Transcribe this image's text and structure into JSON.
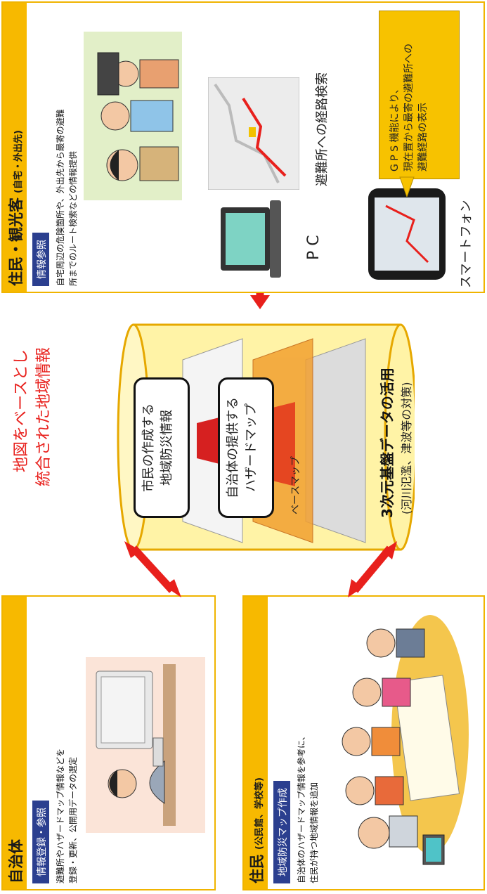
{
  "municipality": {
    "title": "自治体",
    "tag": "情報登録・参照",
    "desc_line1": "避難所やハザードマップ情報などを",
    "desc_line2": "登録・更新、公開用データの選定"
  },
  "residents_local": {
    "title": "住民",
    "subtitle": "(公民館、学校等)",
    "tag": "地域防災マップ作成",
    "desc_line1": "自治体のハザードマップ情報を参考に、",
    "desc_line2": "住民が持つ地域情報を追加"
  },
  "center": {
    "heading_line1": "地図をベースとし",
    "heading_line2": "統合された地域情報",
    "layer_citizen_line1": "市民の作成する",
    "layer_citizen_line2": "地域防災情報",
    "layer_hazard_line1": "自治体の提供する",
    "layer_hazard_line2": "ハザードマップ",
    "layer_base": "ベースマップ",
    "footer_line1": "3次元基盤データの活用",
    "footer_line2": "(河川氾濫、津波等の対策)"
  },
  "visitors": {
    "title": "住民・観光客",
    "subtitle": "(自宅・外出先)",
    "tag": "情報参照",
    "desc_line1": "自宅周辺の危険箇所や、外出先から最寄の避難",
    "desc_line2": "所までのルート検索などの情報提供",
    "route_label": "避難所への経路検索",
    "pc_label": "P C",
    "phone_label": "スマートフォン",
    "gps_line1": "G P S 機能により、",
    "gps_line2": "現在置から最寄の避難所への",
    "gps_line3": "避難経路の表示"
  },
  "colors": {
    "panel_header": "#f7b900",
    "tag_background": "#2b3f8f",
    "arrow": "#e8201c",
    "cylinder_fill": "#fff3a6",
    "cylinder_border": "#e6a800",
    "heading_red": "#e8201c"
  }
}
